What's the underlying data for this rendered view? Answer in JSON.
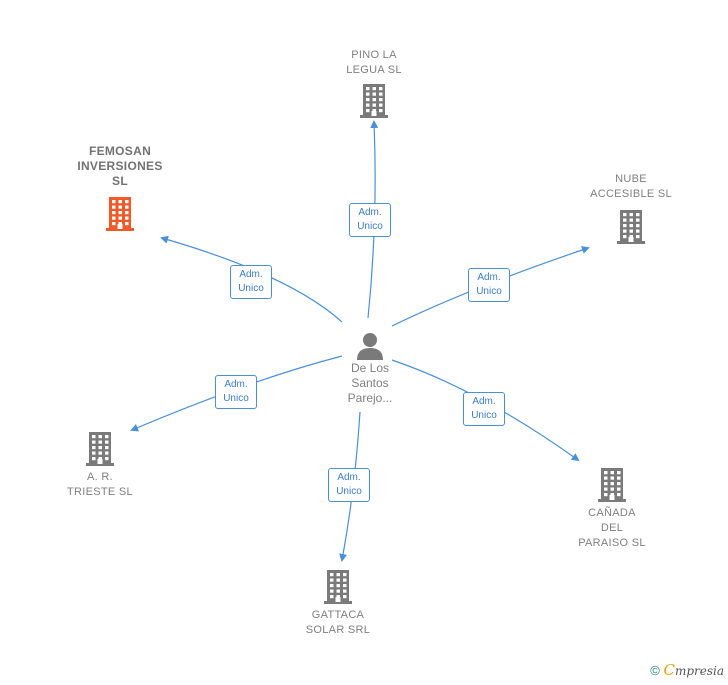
{
  "center": {
    "label": "De Los\nSantos\nParejo..."
  },
  "companies": [
    {
      "id": "pino",
      "label": "PINO LA\nLEGUA SL",
      "highlight": false
    },
    {
      "id": "femosan",
      "label": "FEMOSAN\nINVERSIONES\nSL",
      "highlight": true
    },
    {
      "id": "nube",
      "label": "NUBE\nACCESIBLE SL",
      "highlight": false
    },
    {
      "id": "trieste",
      "label": "A. R.\nTRIESTE SL",
      "highlight": false
    },
    {
      "id": "canada",
      "label": "CAÑADA\nDEL\nPARAISO SL",
      "highlight": false
    },
    {
      "id": "gattaca",
      "label": "GATTACA\nSOLAR SRL",
      "highlight": false
    }
  ],
  "relation_label": "Adm.\nUnico",
  "colors": {
    "edge": "#4a90d9",
    "building": "#7a7a7a",
    "highlight": "#f05a28"
  },
  "footer": {
    "copyright": "©",
    "brand_first": "C",
    "brand_rest": "mpresia"
  }
}
